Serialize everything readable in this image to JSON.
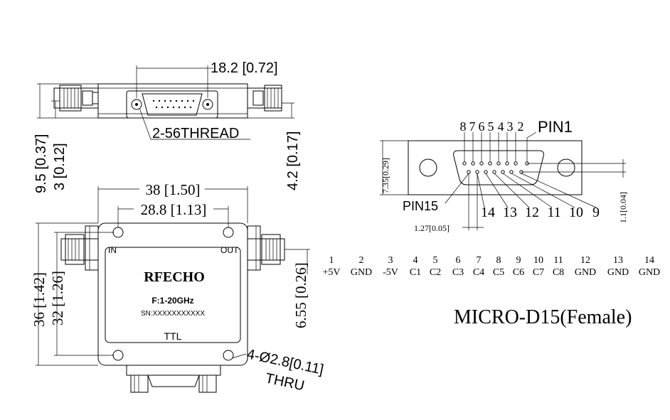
{
  "top_view": {
    "dim_width": "18.2 [0.72]",
    "thread_label": "2-56THREAD",
    "dim_height_total": "9.5 [0.37]",
    "dim_height_conn": "3 [0.12]",
    "dim_height_right": "4.2 [0.17]"
  },
  "front_view": {
    "dim_outer_width": "38 [1.50]",
    "dim_hole_width": "28.8 [1.13]",
    "dim_outer_height": "36 [1.42]",
    "dim_hole_height": "32 [1.26]",
    "dim_port_offset": "6.55 [0.26]",
    "hole_line1": "4-Ø2.8[0.11]",
    "hole_line2": "THRU",
    "port_in": "IN",
    "port_out": "OUT",
    "brand": "RFECHO",
    "freq": "F:1-20GHz",
    "serial": "SN:XXXXXXXXXXX",
    "control": "TTL"
  },
  "connector_view": {
    "pin1_label": "PIN1",
    "pin15_label": "PIN15",
    "top_pin_numbers": [
      "8",
      "7",
      "6",
      "5",
      "4",
      "3",
      "2"
    ],
    "bottom_pin_numbers": [
      "14",
      "13",
      "12",
      "11",
      "10",
      "9"
    ],
    "dim_height": "7.35[0.29]",
    "dim_pitch": "1.27[0.05]",
    "dim_offset": "1.1[0.04]",
    "title": "MICRO-D15(Female)"
  },
  "pin_table": [
    {
      "pin": "1",
      "signal": "+5V"
    },
    {
      "pin": "2",
      "signal": "GND"
    },
    {
      "pin": "3",
      "signal": "-5V"
    },
    {
      "pin": "4",
      "signal": "C1"
    },
    {
      "pin": "5",
      "signal": "C2"
    },
    {
      "pin": "6",
      "signal": "C3"
    },
    {
      "pin": "7",
      "signal": "C4"
    },
    {
      "pin": "8",
      "signal": "C5"
    },
    {
      "pin": "9",
      "signal": "C6"
    },
    {
      "pin": "10",
      "signal": "C7"
    },
    {
      "pin": "11",
      "signal": "C8"
    },
    {
      "pin": "12",
      "signal": "GND"
    },
    {
      "pin": "13",
      "signal": "GND"
    },
    {
      "pin": "14",
      "signal": "GND"
    }
  ]
}
